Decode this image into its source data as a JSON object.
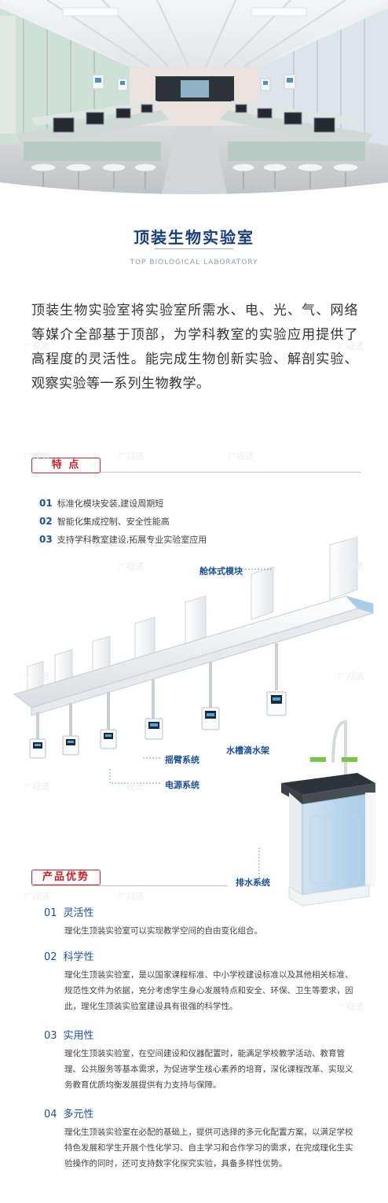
{
  "header": {
    "title": "顶装生物实验室",
    "subtitle": "TOP BIOLOGICAL LABORATORY"
  },
  "intro": "顶装生物实验室将实验室所需水、电、光、气、网络等媒介全部基于顶部，为学科教室的实验应用提供了高程度的灵活性。能完成生物创新实验、解剖实验、观察实验等一系列生物教学。",
  "features": {
    "tag": "特 点",
    "items": [
      {
        "num": "01",
        "text": "标准化模块安装,建设周期短"
      },
      {
        "num": "02",
        "text": "智能化集成控制、安全性能高"
      },
      {
        "num": "03",
        "text": "支持学科教室建设,拓展专业实验室应用"
      }
    ]
  },
  "diagram_labels": {
    "module": "舱体式模块",
    "arm": "摇臂系统",
    "power": "电源系统",
    "sink": "水槽滴水架",
    "drain": "排水系统"
  },
  "advantages": {
    "tag": "产品优势",
    "items": [
      {
        "num": "01",
        "title": "灵活性",
        "body": "理化生顶装实验室可以实现教学空间的自由变化组合。"
      },
      {
        "num": "02",
        "title": "科学性",
        "body": "理化生顶装实验室，是以国家课程标准、中小学校建设标准以及其他相关标准、规范性文件为依据，充分考虑学生身心发展特点和安全、环保、卫生等要求，因此，理化生顶装实验室建设具有很强的科学性。"
      },
      {
        "num": "03",
        "title": "实用性",
        "body": "理化生顶装实验室，在空间建设和仪器配置时，能满足学校教学活动、教育管理、公共服务等基本需求，为促进学生核心素养的培育，深化课程改革、实现义务教育优质均衡发展提供有力支持与保障。"
      },
      {
        "num": "04",
        "title": "多元性",
        "body": "理化生顶装实验室在必配的基础上，提供可选择的多元化配置方案，以满足学校特色发展和学生开展个性化学习、自主学习和合作学习的需求，在完成理化生实验操作的同时，还可支持数字化探究实验，具备多样性优势。"
      }
    ]
  },
  "watermark": "广视通",
  "colors": {
    "brand_blue": "#1d4f9a",
    "title_blue": "#1a3f7a",
    "accent_red": "#c8202a"
  },
  "icons": {
    "hero": "laboratory-photo",
    "diagram": "ceiling-module-diagram",
    "sink": "sink-cabinet"
  }
}
